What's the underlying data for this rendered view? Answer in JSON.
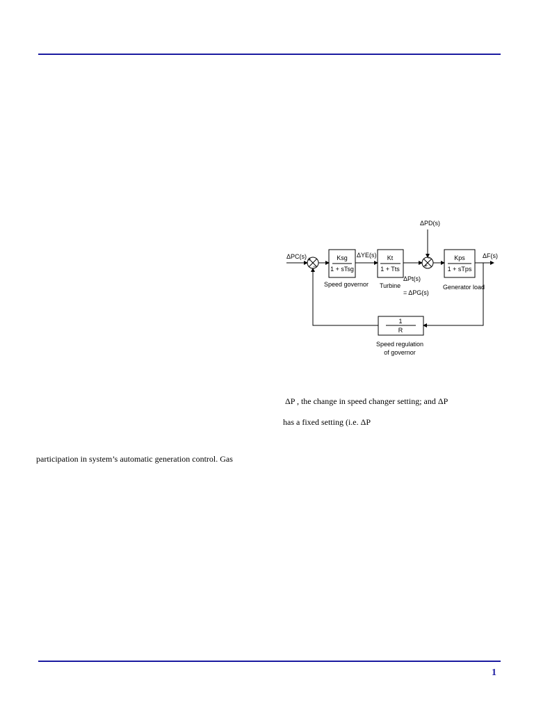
{
  "text": {
    "line1": "ΔP  ,  the  change  in  speed  changer  setting;  and  ΔP",
    "line2": "has a fixed setting (i.e. ΔP",
    "line3": "participation in system’s automatic generation control. Gas"
  },
  "page_number": "1",
  "colors": {
    "rule": "#1a1aa0",
    "page_number": "#1a1aa0"
  },
  "diagram": {
    "input": "ΔPC(s)",
    "governor_num": "Ksg",
    "governor_den": "1 + sTsg",
    "governor_label": "Speed governor",
    "governor_out": "ΔYE(s)",
    "turbine_num": "Kt",
    "turbine_den": "1 + Tts",
    "turbine_label": "Turbine",
    "turbine_out1": "ΔPt(s)",
    "turbine_out2": "= ΔPG(s)",
    "disturbance": "ΔPD(s)",
    "load_num": "Kps",
    "load_den": "1 + sTps",
    "load_label": "Generator load",
    "output": "ΔF(s)",
    "feedback_num": "1",
    "feedback_den": "R",
    "feedback_label1": "Speed regulation",
    "feedback_label2": "of governor",
    "sum1_plus": "+",
    "sum1_minus": "−",
    "sum2_plus": "+",
    "sum2_minus": "−"
  }
}
